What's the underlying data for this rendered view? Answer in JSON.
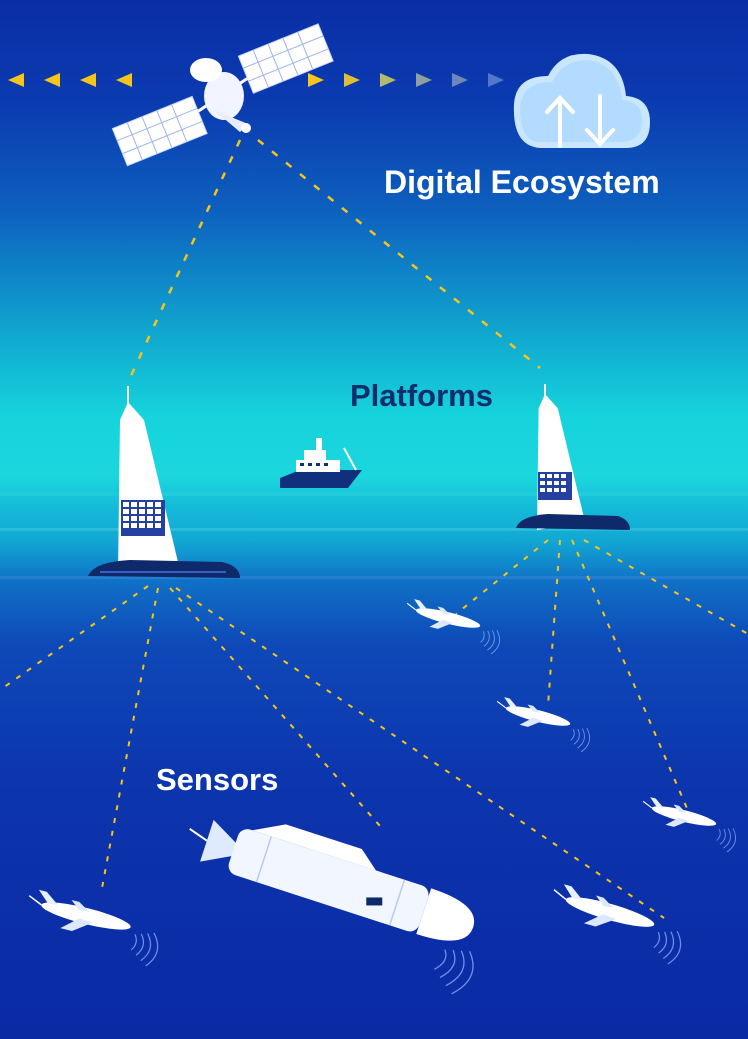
{
  "labels": {
    "digital_ecosystem": "Digital Ecosystem",
    "platforms": "Platforms",
    "sensors": "Sensors"
  },
  "icons": {
    "satellite": "satellite-icon",
    "cloud": "cloud-sync-icon",
    "research_ship": "ship-icon",
    "saildrone": "saildrone-icon",
    "glider": "underwater-glider-icon",
    "auv": "auv-icon"
  },
  "colors": {
    "link_dash": "#ffd21f",
    "surface_teal": "#1bd6dd",
    "deep_blue": "#0a2aa4",
    "platforms_text": "#0c2f6b"
  }
}
